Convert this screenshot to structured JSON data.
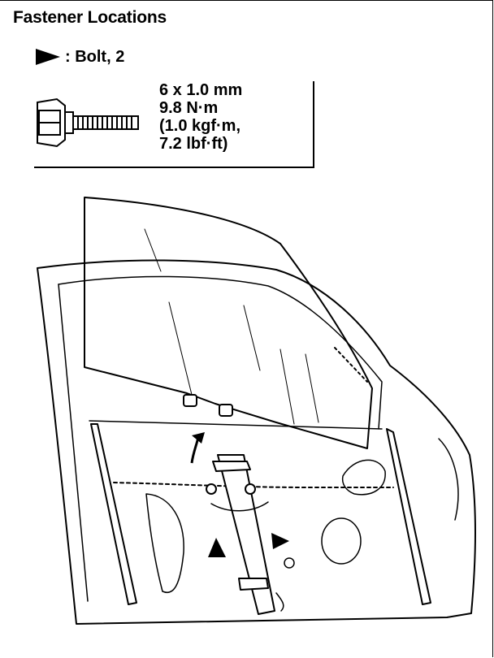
{
  "header": {
    "title": "Fastener Locations"
  },
  "legend": {
    "marker_icon": "triangle-arrow-icon",
    "label": ": Bolt, 2"
  },
  "spec": {
    "bolt_icon": "flange-bolt-icon",
    "lines": [
      "6 x 1.0 mm",
      "9.8 N·m",
      "(1.0 kgf·m,",
      "7.2 lbf·ft)"
    ]
  },
  "diagram": {
    "subject": "door-window-glass-regulator",
    "arrow_icon": "up-arrow-icon",
    "bolt_marker_icon": "triangle-marker-icon"
  }
}
